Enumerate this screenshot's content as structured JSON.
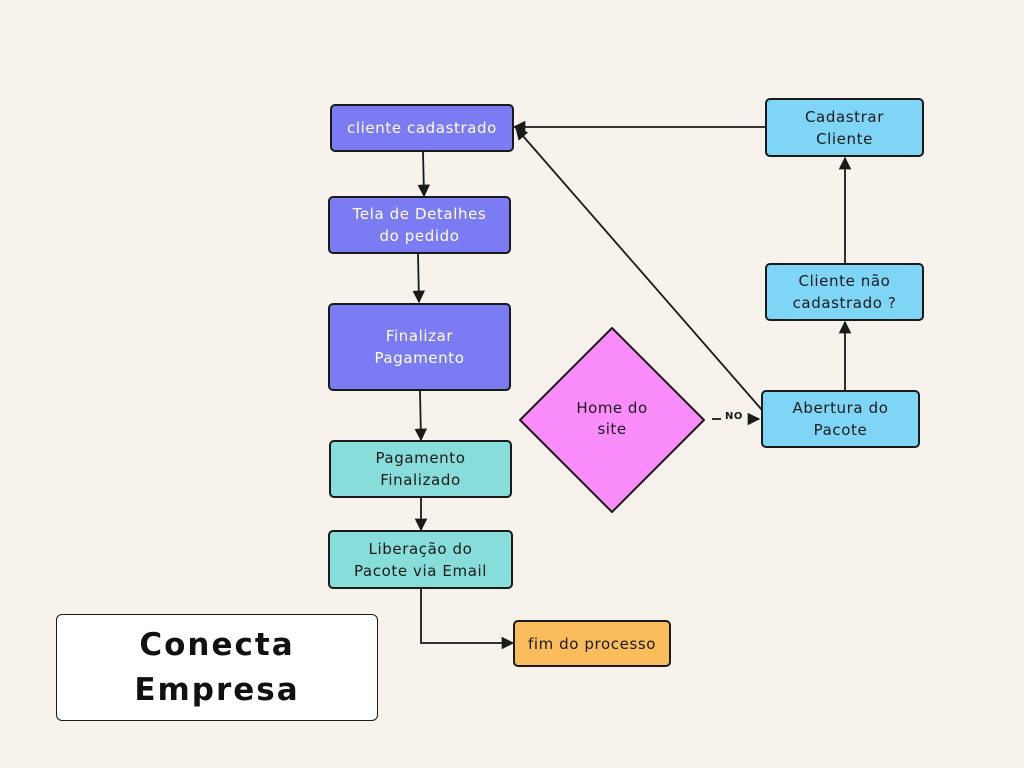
{
  "diagram": {
    "nodes": {
      "cliente_cadastrado": "cliente cadastrado",
      "tela_detalhes": "Tela de Detalhes\ndo pedido",
      "finalizar_pagamento": "Finalizar\nPagamento",
      "pagamento_finalizado": "Pagamento\nFinalizado",
      "liberacao_pacote": "Liberação do\nPacote via Email",
      "fim_processo": "fim do processo",
      "home_site": "Home do\nsite",
      "abertura_pacote": "Abertura do\nPacote",
      "cliente_nao_cadastrado": "Cliente não\ncadastrado ?",
      "cadastrar_cliente": "Cadastrar\nCliente"
    },
    "edge_label_no": "NO",
    "colors": {
      "purple": "#7b7cf3",
      "teal": "#87ddda",
      "blue": "#7fd5f6",
      "orange": "#fbbd5b",
      "pink": "#fb8cfb",
      "background": "#f7f3ec"
    }
  },
  "title": "Conecta\nEmpresa"
}
